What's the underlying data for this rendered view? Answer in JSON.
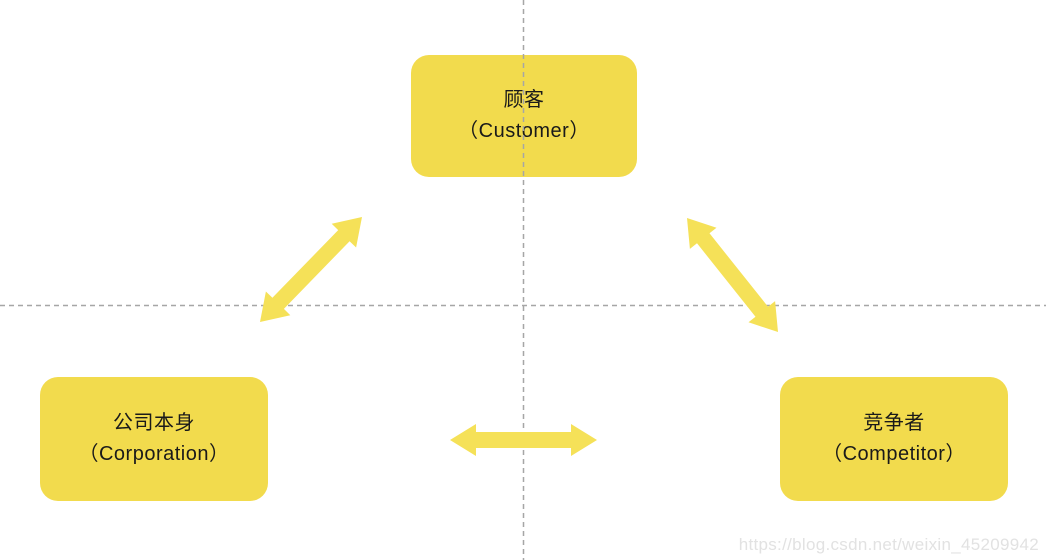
{
  "diagram": {
    "nodes": [
      {
        "id": "customer",
        "label_zh": "顾客",
        "label_en": "（Customer）"
      },
      {
        "id": "corporation",
        "label_zh": "公司本身",
        "label_en": "（Corporation）"
      },
      {
        "id": "competitor",
        "label_zh": "竞争者",
        "label_en": "（Competitor）"
      }
    ],
    "edges": [
      {
        "from": "corporation",
        "to": "customer",
        "style": "double-arrow"
      },
      {
        "from": "customer",
        "to": "competitor",
        "style": "double-arrow"
      },
      {
        "from": "corporation",
        "to": "competitor",
        "style": "double-arrow"
      }
    ],
    "guides": [
      {
        "id": "horizontal-center-line",
        "style": "dashed"
      },
      {
        "id": "vertical-center-line",
        "style": "dashed"
      }
    ]
  },
  "colors": {
    "node_fill": "#F2DB4D",
    "arrow_fill": "#F5E158",
    "dashed_line": "#A6A6A6",
    "text": "#1A1A1A",
    "watermark": "#E2E2E2",
    "background": "#FFFFFF"
  },
  "watermark": {
    "text": "https://blog.csdn.net/weixin_45209942"
  }
}
